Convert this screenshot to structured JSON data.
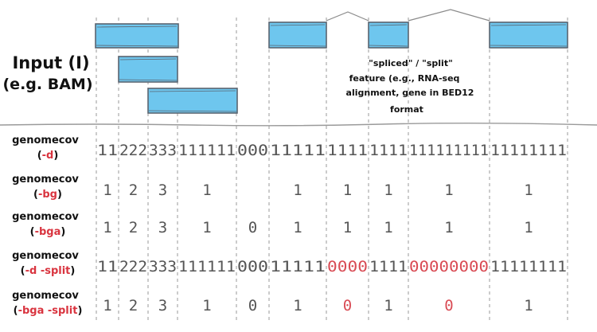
{
  "input_label": {
    "line1": "Input (I)",
    "line2": "(e.g. BAM)"
  },
  "split_note": {
    "line1": "\"spliced\" / \"split\"",
    "line2": "feature (e.g., RNA-seq",
    "line3": "alignment, gene in BED12",
    "line4": "format"
  },
  "colors": {
    "read_fill": "#6ec6ee",
    "read_stroke": "#5a6470",
    "guide_line": "#9a9a9a",
    "text": "#111111",
    "digits": "#555555",
    "zero_split": "#d94c55",
    "flag": "#d9343f"
  },
  "rows": [
    {
      "name": "genomecov",
      "flag_prefix": "(",
      "flag": "-d",
      "flag_suffix": ")",
      "cells": [
        {
          "text": "11",
          "red": false
        },
        {
          "text": "222",
          "red": false
        },
        {
          "text": "333",
          "red": false
        },
        {
          "text": "111111",
          "red": false
        },
        {
          "text": "000",
          "red": false
        },
        {
          "text": "11111",
          "red": false
        },
        {
          "text": "1111",
          "red": false
        },
        {
          "text": "1111",
          "red": false
        },
        {
          "text": "111111111",
          "red": false
        },
        {
          "text": "11111111",
          "red": false
        }
      ]
    },
    {
      "name": "genomecov",
      "flag_prefix": "(",
      "flag": "-bg",
      "flag_suffix": ")",
      "cells": [
        {
          "text": "1",
          "red": false
        },
        {
          "text": "2",
          "red": false
        },
        {
          "text": "3",
          "red": false
        },
        {
          "text": "1",
          "red": false
        },
        {
          "text": "",
          "red": false
        },
        {
          "text": "1",
          "red": false
        },
        {
          "text": "1",
          "red": false
        },
        {
          "text": "1",
          "red": false
        },
        {
          "text": "1",
          "red": false
        },
        {
          "text": "1",
          "red": false
        }
      ]
    },
    {
      "name": "genomecov",
      "flag_prefix": "(",
      "flag": "-bga",
      "flag_suffix": ")",
      "cells": [
        {
          "text": "1",
          "red": false
        },
        {
          "text": "2",
          "red": false
        },
        {
          "text": "3",
          "red": false
        },
        {
          "text": "1",
          "red": false
        },
        {
          "text": "0",
          "red": false
        },
        {
          "text": "1",
          "red": false
        },
        {
          "text": "1",
          "red": false
        },
        {
          "text": "1",
          "red": false
        },
        {
          "text": "1",
          "red": false
        },
        {
          "text": "1",
          "red": false
        }
      ]
    },
    {
      "name": "genomecov",
      "flag_prefix": "(",
      "flag": "-d -split",
      "flag_suffix": ")",
      "cells": [
        {
          "text": "11",
          "red": false
        },
        {
          "text": "222",
          "red": false
        },
        {
          "text": "333",
          "red": false
        },
        {
          "text": "111111",
          "red": false
        },
        {
          "text": "000",
          "red": false
        },
        {
          "text": "11111",
          "red": false
        },
        {
          "text": "0000",
          "red": true
        },
        {
          "text": "1111",
          "red": false
        },
        {
          "text": "00000000",
          "red": true
        },
        {
          "text": "11111111",
          "red": false
        }
      ]
    },
    {
      "name": "genomecov",
      "flag_prefix": "(",
      "flag": "-bga -split",
      "flag_suffix": ")",
      "cells": [
        {
          "text": "1",
          "red": false
        },
        {
          "text": "2",
          "red": false
        },
        {
          "text": "3",
          "red": false
        },
        {
          "text": "1",
          "red": false
        },
        {
          "text": "0",
          "red": false
        },
        {
          "text": "1",
          "red": false
        },
        {
          "text": "0",
          "red": true
        },
        {
          "text": "1",
          "red": false
        },
        {
          "text": "0",
          "red": true
        },
        {
          "text": "1",
          "red": false
        }
      ]
    }
  ]
}
